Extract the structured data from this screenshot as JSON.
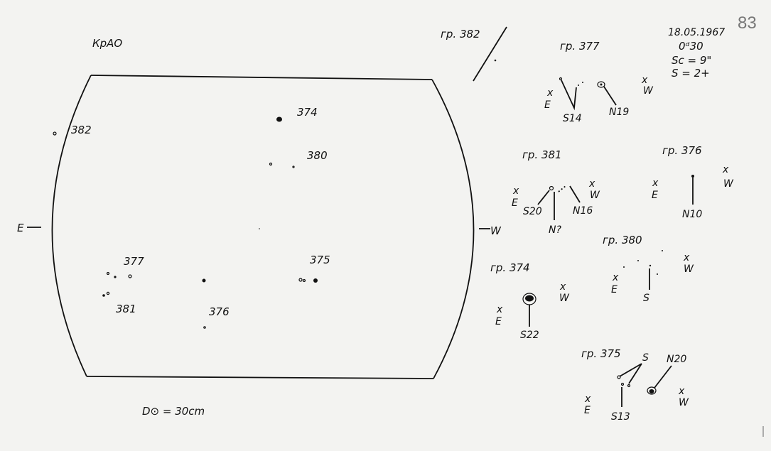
{
  "header": {
    "observatory": "КрАО",
    "date": "18.05.1967",
    "time": "0ᵈ30",
    "seeing_sc": "Sc = 9\"",
    "s_value": "S = 2+",
    "page_number": "83",
    "diameter": "D⊙ = 30cm"
  },
  "disk": {
    "east_label": "E",
    "west_label": "W",
    "groups": [
      "382",
      "374",
      "380",
      "377",
      "381",
      "376",
      "375"
    ]
  },
  "details": [
    {
      "title": "гр. 382"
    },
    {
      "title": "гр. 377",
      "labels": [
        "E",
        "S14",
        "N19",
        "W"
      ]
    },
    {
      "title": "гр. 381",
      "labels": [
        "E",
        "S20",
        "N16",
        "N?",
        "W"
      ]
    },
    {
      "title": "гр. 376",
      "labels": [
        "E",
        "N10",
        "W"
      ]
    },
    {
      "title": "гр. 380",
      "labels": [
        "E",
        "S",
        "W"
      ]
    },
    {
      "title": "гр. 374",
      "labels": [
        "E",
        "S22",
        "W"
      ]
    },
    {
      "title": "гр. 375",
      "labels": [
        "S",
        "N20",
        "E",
        "S13",
        "W"
      ]
    }
  ],
  "cross_mark": "x"
}
